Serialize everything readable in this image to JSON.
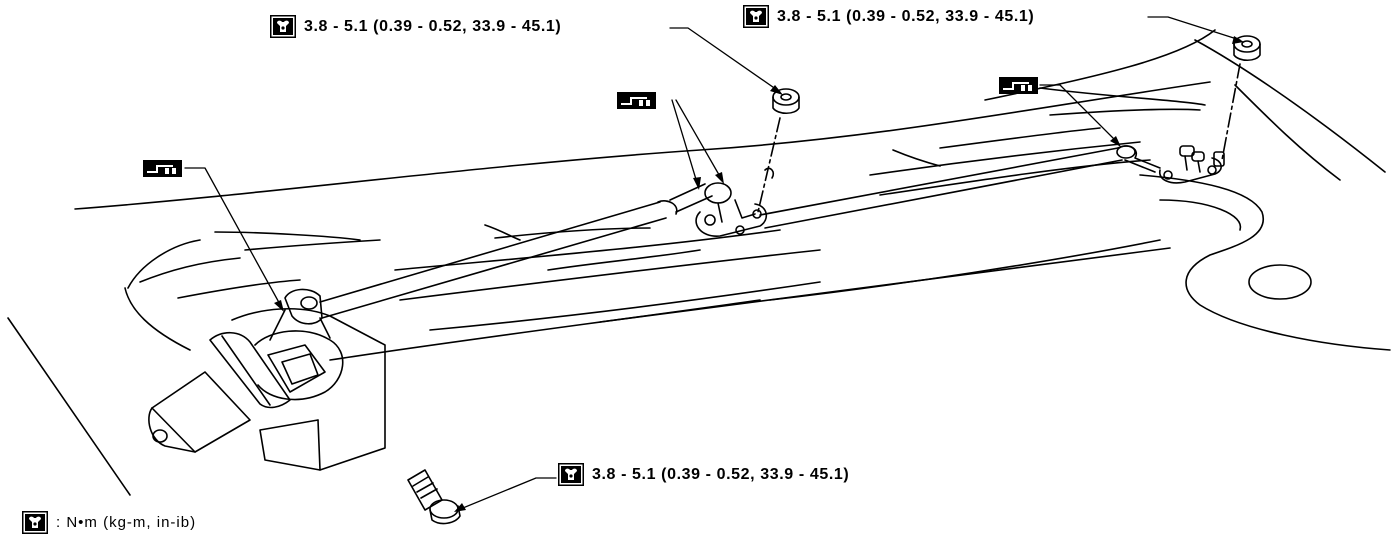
{
  "callouts": {
    "torque_top_center": "3.8 - 5.1 (0.39 - 0.52, 33.9 - 45.1)",
    "torque_top_right": "3.8 - 5.1 (0.39 - 0.52, 33.9 - 45.1)",
    "torque_bottom": "3.8 - 5.1 (0.39 - 0.52, 33.9 - 45.1)"
  },
  "legend": {
    "units_text": ": N•m (kg-m, in-ib)"
  },
  "icons": {
    "torque": "torque-wrench-icon",
    "grease": "grease-point-icon"
  },
  "colors": {
    "ink": "#000000",
    "paper": "#ffffff"
  }
}
